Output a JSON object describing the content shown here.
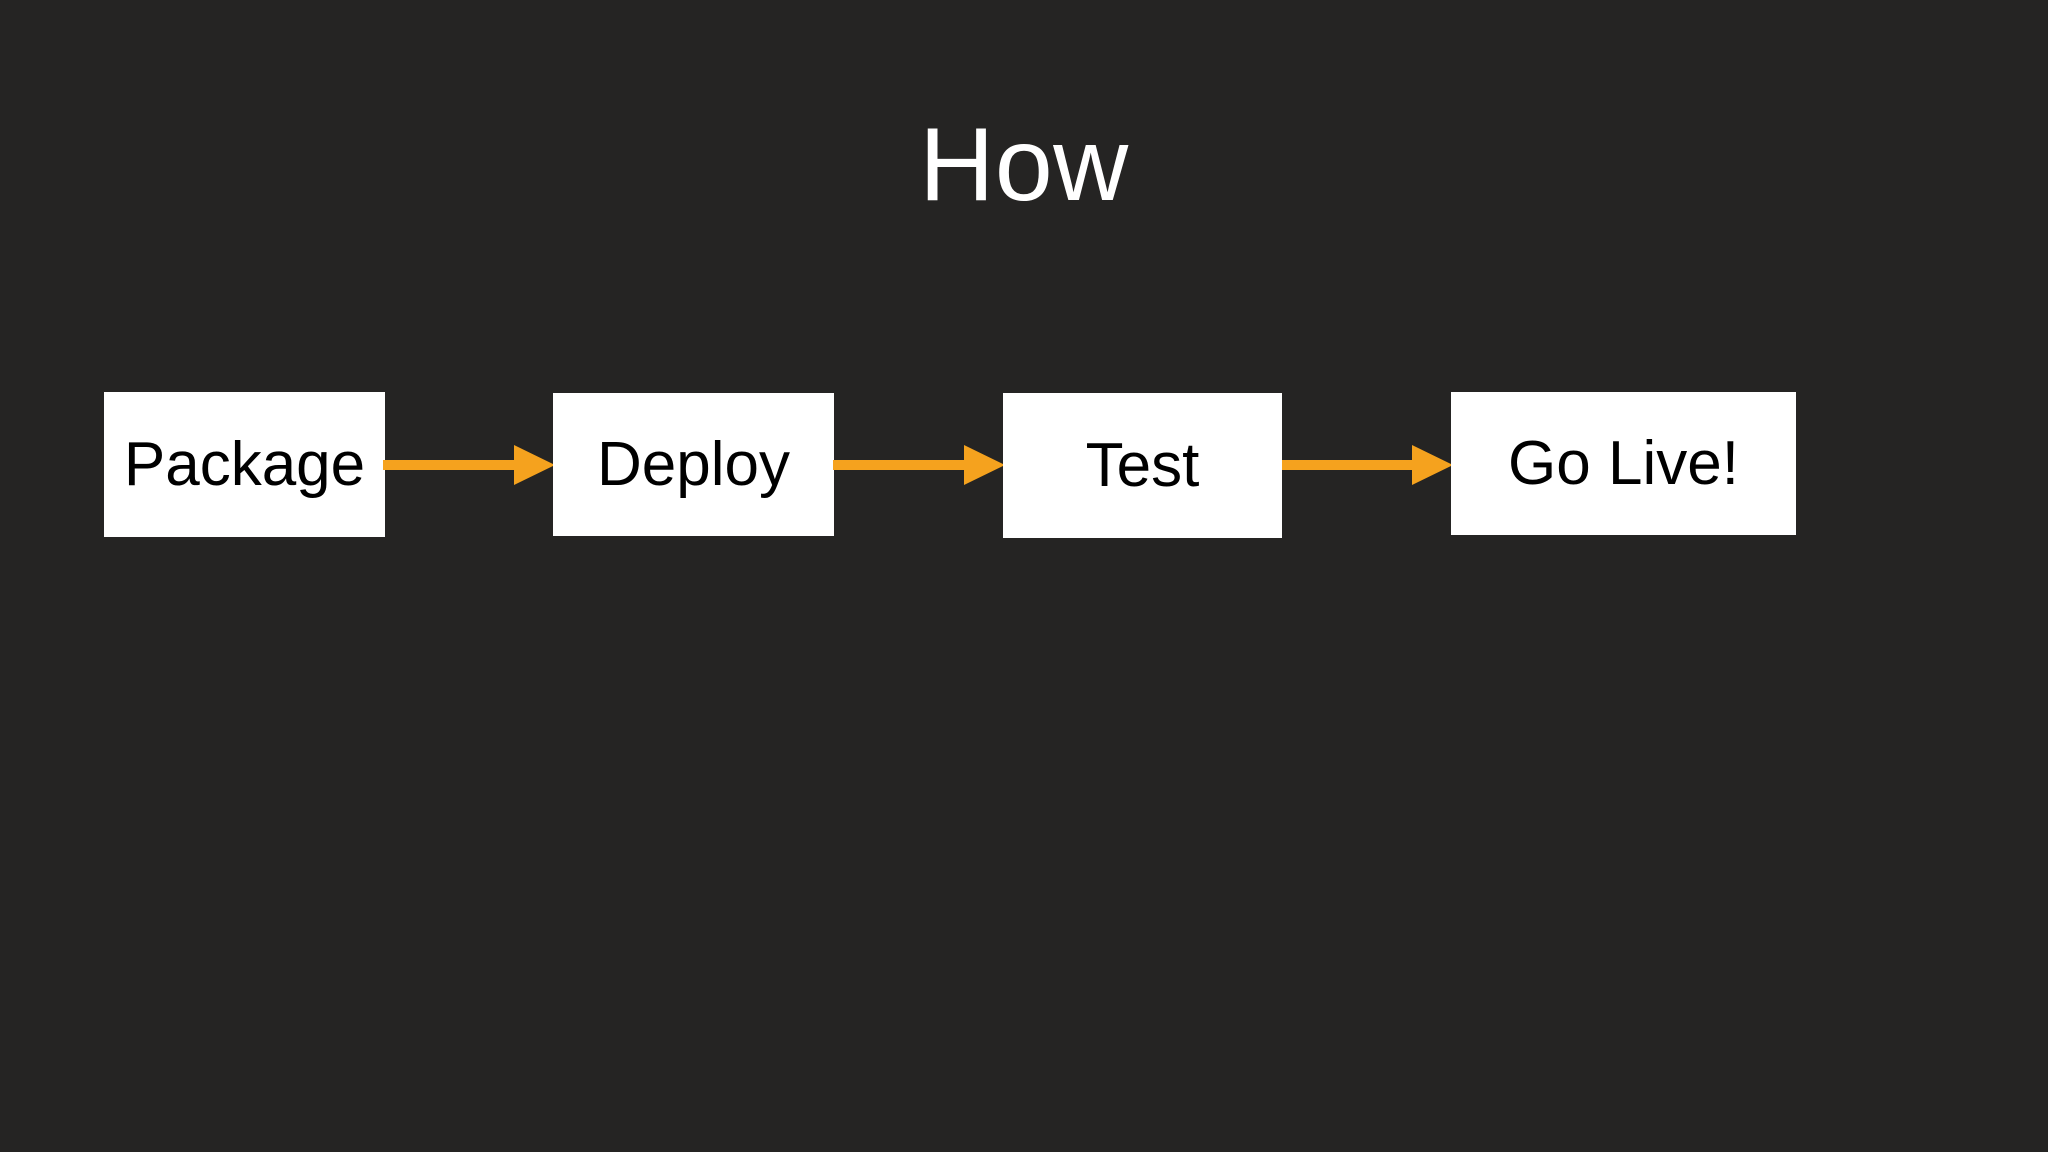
{
  "slide": {
    "title": "How",
    "background_color": "#252423",
    "title_color": "#FFFFFF"
  },
  "diagram": {
    "type": "process-flow",
    "orientation": "horizontal",
    "node_fill": "#FFFFFF",
    "node_text_color": "#000000",
    "arrow_color": "#F5A21E",
    "nodes": [
      {
        "label": "Package"
      },
      {
        "label": "Deploy"
      },
      {
        "label": "Test"
      },
      {
        "label": "Go Live!"
      }
    ],
    "connectors": [
      {
        "from": "Package",
        "to": "Deploy",
        "style": "arrow-right"
      },
      {
        "from": "Deploy",
        "to": "Test",
        "style": "arrow-right"
      },
      {
        "from": "Test",
        "to": "Go Live!",
        "style": "arrow-right"
      }
    ]
  }
}
